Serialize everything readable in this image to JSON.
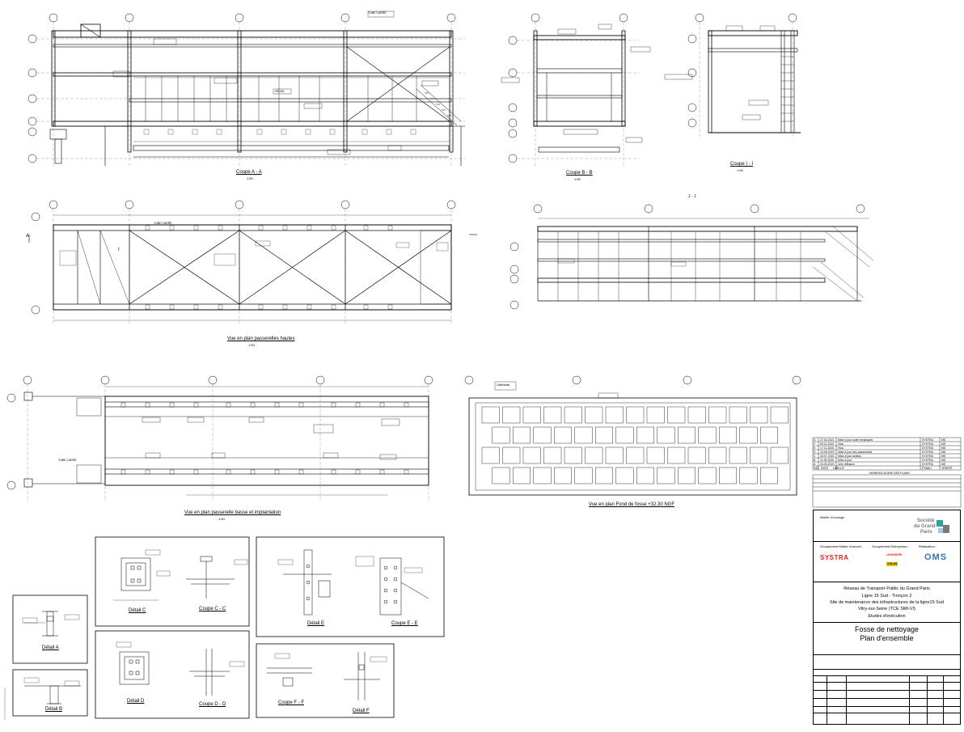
{
  "views": {
    "coupe_aa": "Coupe A - A",
    "coupe_bb": "Coupe B - B",
    "coupe_ii": "Coupe I - I",
    "plan_hautes": "Vue en plan passerelles hautes",
    "plan_basse": "Vue en plan passerelle basse et implantation",
    "plan_fond": "Vue en plan Fond de fosse +32.30 NGF",
    "coupe_jj": "J - J",
    "scale": "1:50"
  },
  "details": {
    "a": "Détail A",
    "b": "Détail B",
    "c": "Détail C",
    "cc": "Coupe C - C",
    "d": "Détail D",
    "dd": "Coupe D - D",
    "e": "Détail E",
    "ee": "Coupe E - E",
    "ff": "Coupe F - F",
    "f": "Détail F"
  },
  "annotations": {
    "tube": "TUBE CARRÉ",
    "ipe": "IPE200",
    "cadre": "Caillebotis",
    "cote_a": "A",
    "cote_i": "I"
  },
  "revisions": {
    "header": [
      "IND",
      "DATE",
      "LIBELLÉ",
      "ÉTABLI",
      "VÉRIFIÉ"
    ],
    "rows": [
      [
        "G",
        "27.04.2021",
        "Mise à jour suite remarques",
        "SYSTRA",
        "MS"
      ],
      [
        "F",
        "09.11.2020",
        "Visa",
        "SYSTRA",
        "MS"
      ],
      [
        "E",
        "17.11.2020",
        "Visa",
        "SYSTRA",
        "MS"
      ],
      [
        "D",
        "13.09.2020",
        "Mise à jour des passerelles",
        "SYSTRA",
        "MS"
      ],
      [
        "C",
        "15.07.2020",
        "Mise à jour section",
        "SYSTRA",
        "MS"
      ],
      [
        "B",
        "11.05.2020",
        "Mise à jour",
        "SYSTRA",
        "MS"
      ],
      [
        "A",
        "24.03.2020",
        "1ère diffusion",
        "SYSTRA",
        "MS"
      ]
    ],
    "docs_title": "NOMENCLATURE DES PLANS"
  },
  "titleblock": {
    "maitre_ouvrage": "Maître d'ouvrage",
    "sgp_line1": "Société",
    "sgp_line2": "du Grand",
    "sgp_line3": "Paris",
    "groupement_moe": "Groupement Maître d'oeuvre :",
    "groupement_ent": "Groupement Entreprises :",
    "realisation": "Réalisation :",
    "systra": "SYSTRA",
    "oms": "OMS",
    "leg": "LEGENDRE",
    "colas": "COLAS",
    "network": "Réseau de Transport Public du Grand Paris",
    "line": "Ligne 15 Sud - Tronçon 2",
    "site1": "Site de maintenance des infrastructures de la ligne15 Sud",
    "site2": "Vitry-sur-Seine (TCE SMI-VI)",
    "phase": "Etudes d'exécution",
    "title1": "Fosse de nettoyage",
    "title2": "Plan d'ensemble"
  },
  "colors": {
    "ink": "#000000",
    "grid_line": "#555555",
    "systra_red": "#e2231a",
    "oms_blue": "#3a6fb0",
    "sgp_teal": "#2aa3a3",
    "sgp_grey": "#7a7a7a"
  }
}
